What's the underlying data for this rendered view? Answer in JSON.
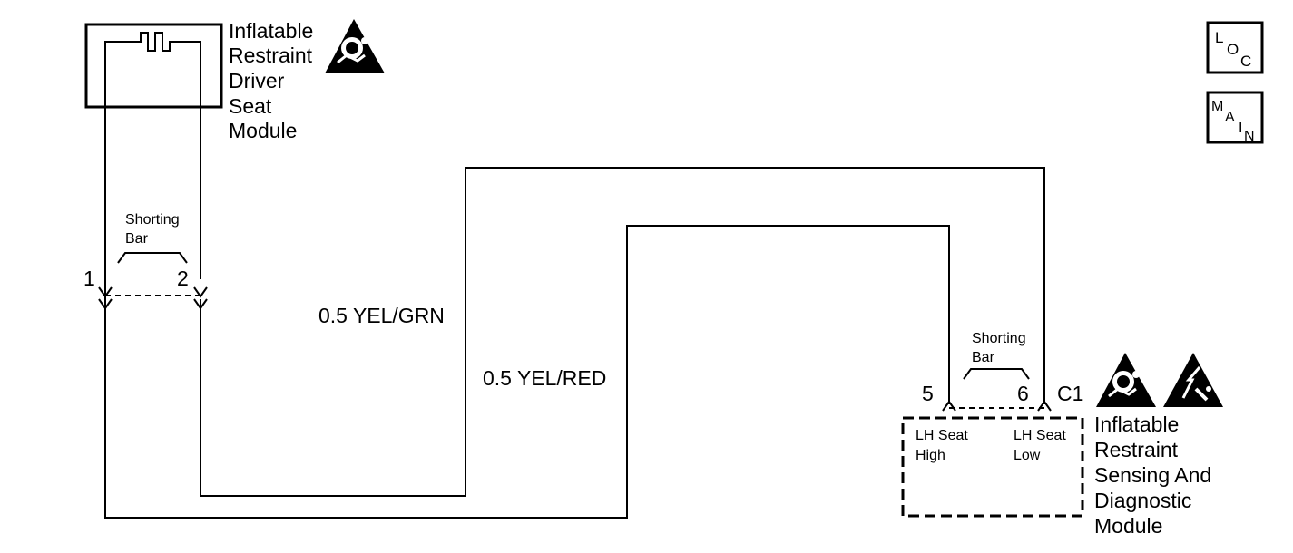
{
  "diagram": {
    "driver_module": {
      "label_lines": [
        "Inflatable",
        "Restraint",
        "Driver",
        "Seat",
        "Module"
      ],
      "icon": "airbag-warning-icon"
    },
    "left_shorting_bar": {
      "lines": [
        "Shorting",
        "Bar"
      ]
    },
    "left_pins": {
      "pin_a": "1",
      "pin_b": "2"
    },
    "wires": {
      "wire_grn": "0.5 YEL/GRN",
      "wire_red": "0.5 YEL/RED"
    },
    "right_shorting_bar": {
      "lines": [
        "Shorting",
        "Bar"
      ]
    },
    "right_pins": {
      "pin_a": "5",
      "pin_b": "6"
    },
    "connector": "C1",
    "sdm": {
      "label_lines": [
        "Inflatable",
        "Restraint",
        "Sensing And",
        "Diagnostic",
        "Module"
      ],
      "terminal_high": [
        "LH Seat",
        "High"
      ],
      "terminal_low": [
        "LH Seat",
        "Low"
      ],
      "icons": [
        "airbag-warning-icon",
        "esd-warning-icon"
      ]
    },
    "nav": {
      "loc": {
        "L": "L",
        "O": "O",
        "C": "C"
      },
      "main": {
        "M": "M",
        "A": "A",
        "I": "I",
        "N": "N"
      }
    }
  }
}
